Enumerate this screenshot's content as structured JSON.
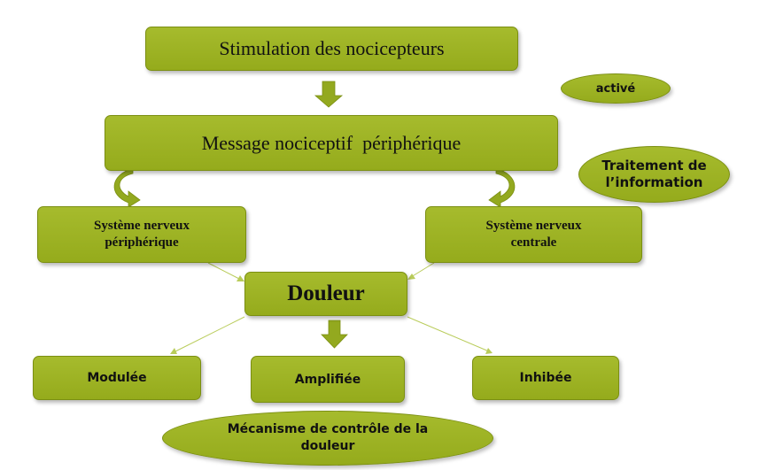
{
  "nodes": {
    "stimulation": "Stimulation des nocicepteurs",
    "message": "Message nociceptif  périphérique",
    "snp_line1": "Système nerveux",
    "snp_line2": "périphérique",
    "snc_line1": "Système nerveux",
    "snc_line2": "centrale",
    "douleur": "Douleur",
    "modulee": "Modulée",
    "amplifiee": "Amplifiée",
    "inhibee": "Inhibée"
  },
  "annotations": {
    "active": "activé",
    "traitement_line1": "Traitement de",
    "traitement_line2": "l’information",
    "mecanisme_line1": "Mécanisme de contrôle de la",
    "mecanisme_line2": "douleur"
  },
  "colors": {
    "box_fill": "#9db324",
    "box_border": "#7b8f12",
    "arrow_fill": "#93a91f"
  }
}
